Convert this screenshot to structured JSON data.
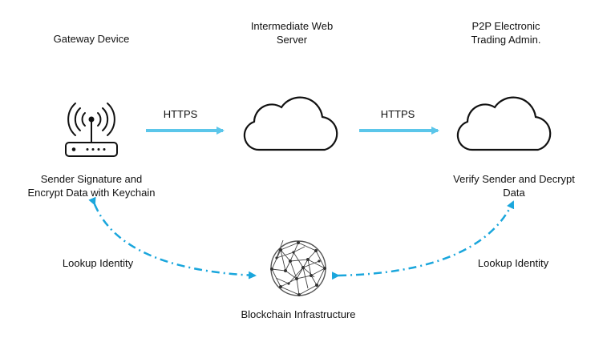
{
  "nodes": {
    "gateway": {
      "title": "Gateway Device",
      "caption": [
        "Sender Signature and",
        "Encrypt Data with Keychain"
      ],
      "icon": "wifi-router-icon"
    },
    "web_server": {
      "title": [
        "Intermediate Web",
        "Server"
      ],
      "icon": "cloud-icon"
    },
    "admin": {
      "title": [
        "P2P Electronic",
        "Trading Admin."
      ],
      "caption": [
        "Verify Sender and Decrypt",
        "Data"
      ],
      "icon": "cloud-icon"
    },
    "blockchain": {
      "caption": "Blockchain Infrastructure",
      "icon": "blockchain-network-icon"
    }
  },
  "edges": {
    "gateway_to_server": "HTTPS",
    "server_to_admin": "HTTPS",
    "lookup_left": "Lookup Identity",
    "lookup_right": "Lookup Identity"
  },
  "colors": {
    "arrow": "#5bc6ea",
    "dash_arrow": "#1aa6dc",
    "stroke": "#111111"
  }
}
